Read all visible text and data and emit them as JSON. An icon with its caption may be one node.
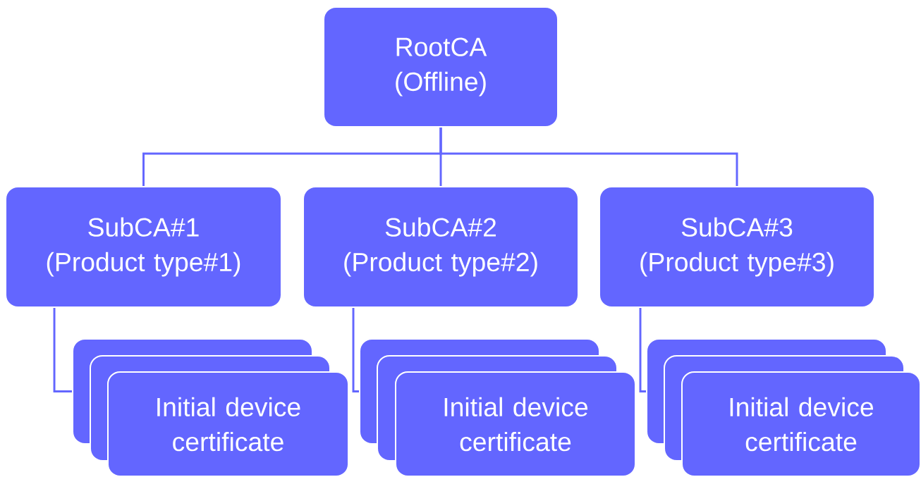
{
  "diagram": {
    "nodes": [
      {
        "text": [
          "RootCA (Offline)"
        ]
      },
      {
        "text": [
          "SubCA#1 (Product type#1)"
        ]
      },
      {
        "text": [
          "SubCA#2 (Product type#2)"
        ]
      },
      {
        "text": [
          "SubCA#3 (Product type#3)"
        ]
      },
      {
        "text": [],
        "shape": "box"
      },
      {
        "text": [],
        "shape": "box"
      },
      {
        "text": [
          "Initial device certificate"
        ]
      },
      {
        "text": [],
        "shape": "box"
      },
      {
        "text": [],
        "shape": "box"
      },
      {
        "text": [
          "Initial device certificate"
        ]
      },
      {
        "text": [],
        "shape": "box"
      },
      {
        "text": [],
        "shape": "box"
      },
      {
        "text": [
          "Initial device certificate"
        ]
      }
    ],
    "edges": [
      {
        "from": 0,
        "to": 1,
        "arrow": "none"
      },
      {
        "from": 0,
        "to": 2,
        "arrow": "none"
      },
      {
        "from": 0,
        "to": 3,
        "arrow": "none"
      },
      {
        "from": 1,
        "to": 4,
        "arrow": "none"
      },
      {
        "from": 2,
        "to": 7,
        "arrow": "none"
      },
      {
        "from": 3,
        "to": 10,
        "arrow": "none"
      }
    ]
  }
}
